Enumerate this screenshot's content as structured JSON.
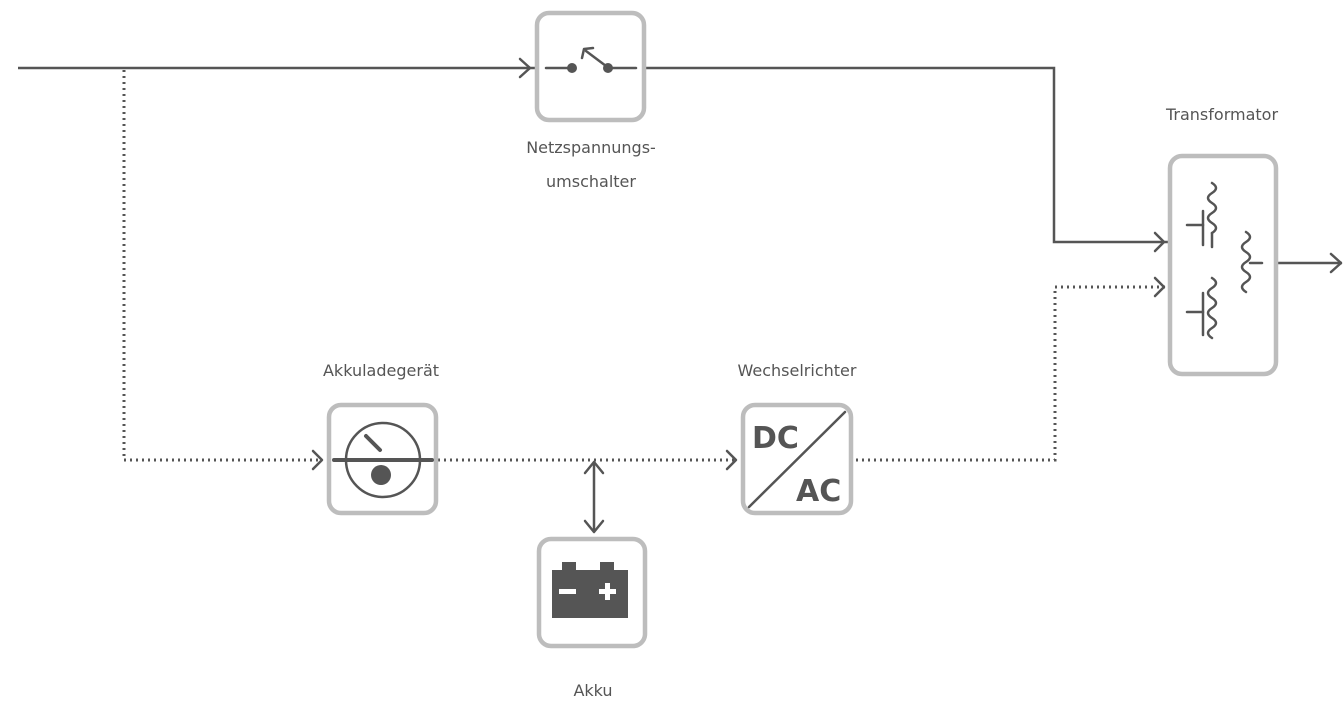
{
  "components": {
    "switch": {
      "label_line1": "Netzspannungs-",
      "label_line2": "umschalter",
      "icon": "switch-icon"
    },
    "transformer": {
      "label": "Transformator",
      "icon": "transformer-coils-icon"
    },
    "charger": {
      "label": "Akkuladegerät",
      "icon": "meter-gauge-icon"
    },
    "inverter": {
      "label": "Wechselrichter",
      "text_top": "DC",
      "text_bottom": "AC",
      "icon": "dc-ac-icon"
    },
    "battery": {
      "label": "Akku",
      "icon": "battery-icon"
    }
  },
  "colors": {
    "line": "#555555",
    "box_border": "#bdbdbd",
    "background": "#ffffff"
  },
  "line_styles": {
    "mains_path": "solid",
    "battery_path": "dotted"
  }
}
